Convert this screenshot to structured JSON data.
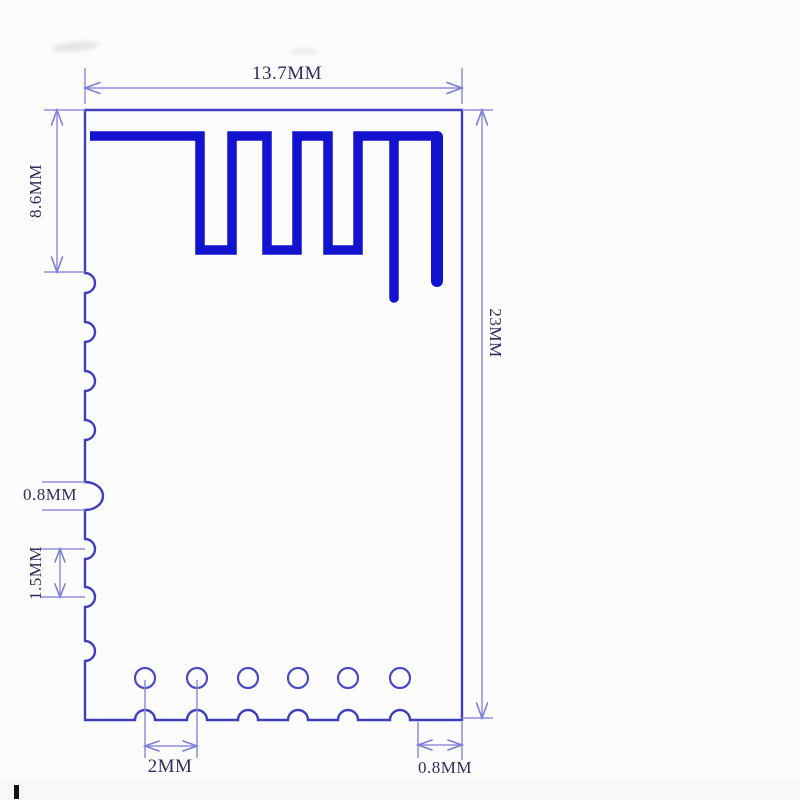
{
  "drawing": {
    "subject": "pcb-module-dimension-drawing",
    "labels": {
      "width_top": "13.7MM",
      "antenna_zone_height": "8.6MM",
      "total_height": "23MM",
      "castellation_size": "0.8MM",
      "castellation_pitch": "1.5MM",
      "hole_pitch": "2MM",
      "right_margin": "0.8MM"
    }
  },
  "colors": {
    "background": "#fcfcfd",
    "outline": "#3d3dbe",
    "antenna": "#1212cf",
    "dimension": "#8e8edd",
    "arrow": "#7d7dd8",
    "hole": "#4a4ac4",
    "text": "#2e2e5c"
  }
}
